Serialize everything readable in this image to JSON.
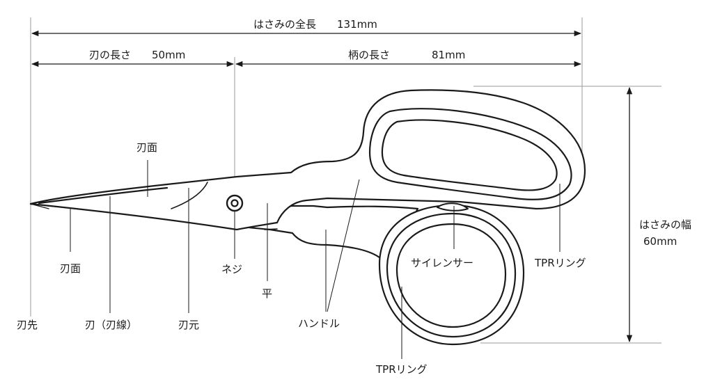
{
  "dimensions": {
    "total_length": {
      "label": "はさみの全長",
      "value": "131mm"
    },
    "blade_length": {
      "label": "刃の長さ",
      "value": "50mm"
    },
    "handle_length": {
      "label": "柄の長さ",
      "value": "81mm"
    },
    "width": {
      "label": "はさみの幅",
      "value": "60mm"
    }
  },
  "parts": {
    "blade_face_top": "刃面",
    "blade_face_bottom": "刃面",
    "blade_tip": "刃先",
    "blade_edge": "刃（刃線）",
    "blade_base": "刃元",
    "screw": "ネジ",
    "flat": "平",
    "handle": "ハンドル",
    "silencer": "サイレンサー",
    "tpr_ring_upper": "TPRリング",
    "tpr_ring_lower": "TPRリング"
  },
  "colors": {
    "line": "#1a1a1a",
    "guide": "#9a9a9a"
  }
}
